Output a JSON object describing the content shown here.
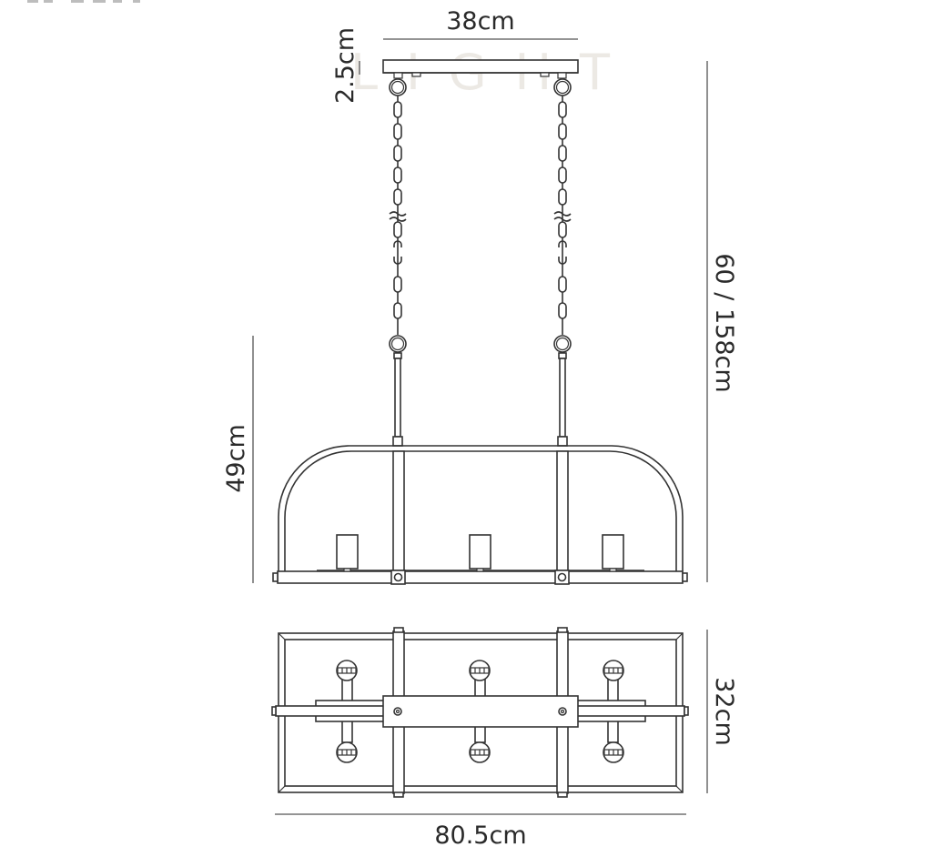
{
  "drawing": {
    "title_partial": "",
    "watermark": "L I G H T",
    "units": "cm",
    "dimensions": {
      "ceiling_plate_width": "38cm",
      "ceiling_plate_height": "2.5cm",
      "overall_drop": "60 / 158cm",
      "body_height": "49cm",
      "top_view_depth": "32cm",
      "overall_width": "80.5cm"
    },
    "views": [
      {
        "name": "side-elevation",
        "lamp_holders": 3,
        "suspension_chains": 2
      },
      {
        "name": "top-plan",
        "lamp_holders": 6
      }
    ]
  }
}
